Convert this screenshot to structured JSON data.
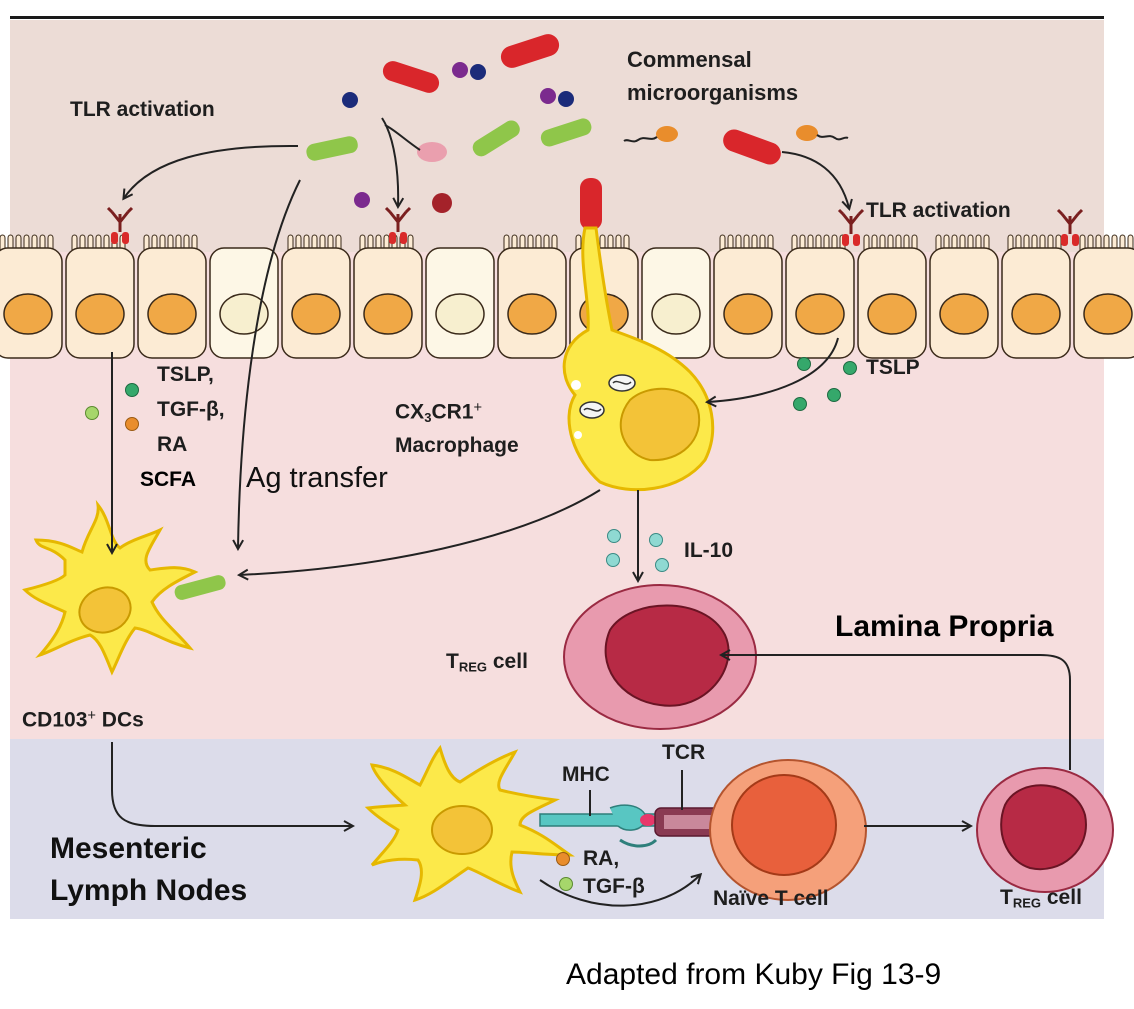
{
  "labels": {
    "commensal_line1": "Commensal",
    "commensal_line2": "microorganisms",
    "tlr_left": "TLR activation",
    "tlr_right": "TLR activation",
    "tslp_left": "TSLP,",
    "tgf_left": "TGF-β,",
    "ra_left": "RA",
    "scfa_left": "SCFA",
    "ag_transfer": "Ag transfer",
    "cx3cr1_main": "CX",
    "cx3cr1_sub": "3",
    "cx3cr1_rest": "CR1",
    "cx3cr1_sup": "+",
    "macrophage": "Macrophage",
    "tslp_right": "TSLP",
    "il10": "IL-10",
    "cd103_main": "CD103",
    "cd103_sup": "+",
    "cd103_rest": " DCs",
    "treg1_t": "T",
    "treg1_sub": "REG",
    "treg1_rest": " cell",
    "lamina_propria": "Lamina Propria",
    "mhc": "MHC",
    "tcr": "TCR",
    "ra_bottom": "RA,",
    "tgf_bottom": "TGF-β",
    "naive_t": "Naïve T cell",
    "treg2_t": "T",
    "treg2_sub": "REG",
    "treg2_rest": " cell",
    "mln_line1": "Mesenteric",
    "mln_line2": "Lymph Nodes",
    "caption": "Adapted from Kuby Fig 13-9"
  },
  "colors": {
    "lumen_bg": "#ecdcd6",
    "lamina_bg": "#f6dede",
    "lymph_bg": "#dcdcea",
    "epithelial_cell": "#fcebd4",
    "epithelial_nucleus": "#f0a846",
    "goblet_cell": "#fdf7e6",
    "macrophage_yellow": "#fce94a",
    "macrophage_outline": "#e6b800",
    "treg_outer": "#e89aae",
    "treg_inner": "#b72a45",
    "naive_outer": "#f5a07a",
    "naive_inner": "#e8603c",
    "bacteria_red": "#d9262b",
    "bacteria_green": "#8fc64a",
    "bacteria_purple": "#7b2a8e",
    "bacteria_navy": "#1b2b7a",
    "tslp_dot": "#35a86b",
    "ra_dot": "#e98d2c",
    "tgf_dot": "#a6d66b",
    "il10_dot": "#8fd9d2"
  }
}
